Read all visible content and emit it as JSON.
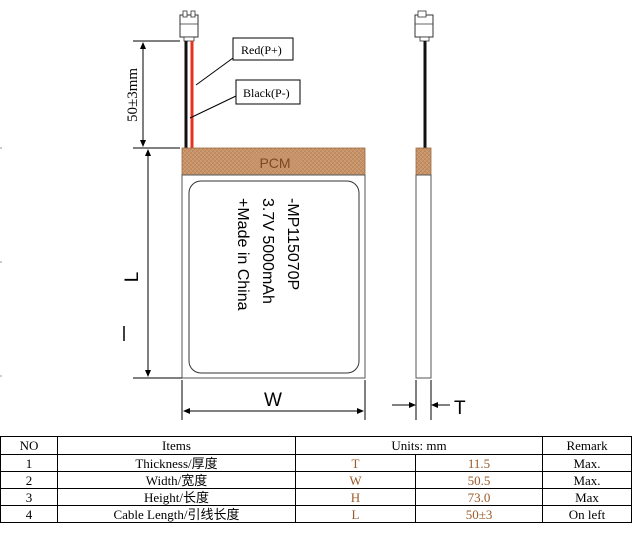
{
  "drawing": {
    "connector_labels": [
      "Red(P+)",
      "Black(P-)"
    ],
    "cable_dimension": "50±3mm",
    "pcm_label": "PCM",
    "cell_text": [
      "-MP115070P",
      "3.7V 5000mAh",
      "+Made in China"
    ],
    "dim_height": "L",
    "dim_width": "W",
    "dim_thickness": "T",
    "wire_colors": {
      "red": "#e8321e",
      "black": "#111111"
    },
    "pcm_color": "#c8956b"
  },
  "table": {
    "headers": [
      "NO",
      "Items",
      "Units: mm",
      "Remark"
    ],
    "rows": [
      {
        "no": "1",
        "item": "Thickness/厚度",
        "symbol": "T",
        "value": "11.5",
        "remark": "Max."
      },
      {
        "no": "2",
        "item": "Width/宽度",
        "symbol": "W",
        "value": "50.5",
        "remark": "Max."
      },
      {
        "no": "3",
        "item": "Height/长度",
        "symbol": "H",
        "value": "73.0",
        "remark": "Max"
      },
      {
        "no": "4",
        "item": "Cable Length/引线长度",
        "symbol": "L",
        "value": "50±3",
        "remark": "On left"
      }
    ]
  }
}
